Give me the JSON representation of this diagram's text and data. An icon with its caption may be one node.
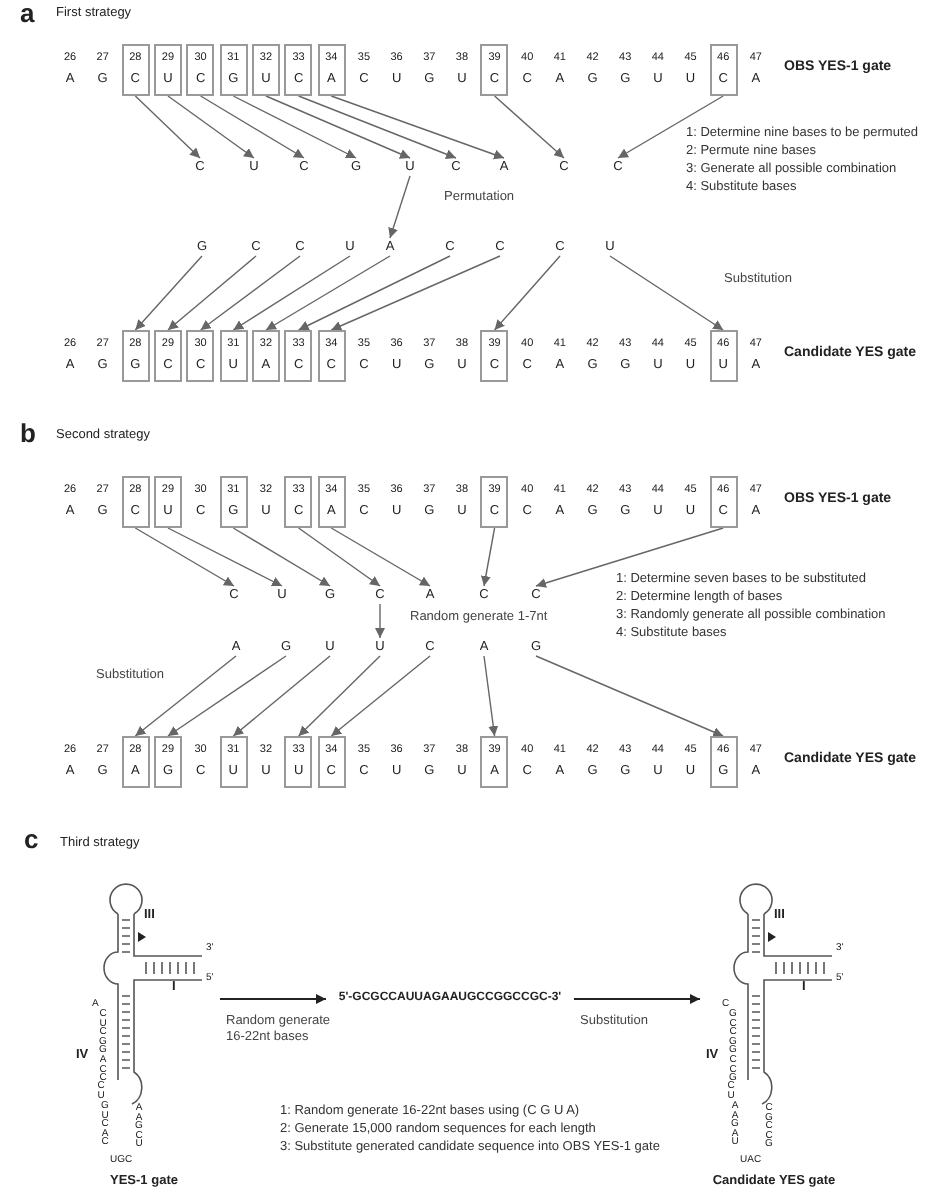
{
  "diagram": {
    "nodes": [
      {
        "text": [
          "28",
          "C"
        ]
      },
      {
        "text": [
          "29",
          "U"
        ]
      },
      {
        "text": [
          "30",
          "C"
        ]
      },
      {
        "text": [
          "31",
          "G"
        ]
      },
      {
        "text": [
          "32",
          "U"
        ]
      },
      {
        "text": [
          "33",
          "C"
        ]
      },
      {
        "text": [
          "34",
          "A"
        ]
      },
      {
        "text": [
          "39",
          "C"
        ]
      },
      {
        "text": [
          "46",
          "C"
        ]
      },
      {
        "text": [
          "C"
        ]
      },
      {
        "text": [
          "U"
        ]
      },
      {
        "text": [
          "C"
        ]
      },
      {
        "text": [
          "G"
        ]
      },
      {
        "text": [
          "U"
        ]
      },
      {
        "text": [
          "C"
        ]
      },
      {
        "text": [
          "A"
        ]
      },
      {
        "text": [
          "C"
        ]
      },
      {
        "text": [
          "C"
        ]
      },
      {
        "text": [
          "G"
        ]
      },
      {
        "text": [
          "C"
        ]
      },
      {
        "text": [
          "C"
        ]
      },
      {
        "text": [
          "U"
        ]
      },
      {
        "text": [
          "A"
        ]
      },
      {
        "text": [
          "C"
        ]
      },
      {
        "text": [
          "C"
        ]
      },
      {
        "text": [
          "C"
        ]
      },
      {
        "text": [
          "U"
        ]
      },
      {
        "text": [
          "28",
          "G"
        ]
      },
      {
        "text": [
          "29",
          "C"
        ]
      },
      {
        "text": [
          "30",
          "C"
        ]
      },
      {
        "text": [
          "31",
          "U"
        ]
      },
      {
        "text": [
          "32",
          "A"
        ]
      },
      {
        "text": [
          "33",
          "C"
        ]
      },
      {
        "text": [
          "34",
          "C"
        ]
      },
      {
        "text": [
          "39",
          "C"
        ]
      },
      {
        "text": [
          "46",
          "U"
        ]
      },
      {
        "text": [
          "28",
          "C"
        ]
      },
      {
        "text": [
          "29",
          "U"
        ]
      },
      {
        "text": [
          "31",
          "G"
        ]
      },
      {
        "text": [
          "33",
          "C"
        ]
      },
      {
        "text": [
          "34",
          "A"
        ]
      },
      {
        "text": [
          "39",
          "C"
        ]
      },
      {
        "text": [
          "46",
          "C"
        ]
      },
      {
        "text": [
          "C"
        ]
      },
      {
        "text": [
          "U"
        ]
      },
      {
        "text": [
          "G"
        ]
      },
      {
        "text": [
          "C"
        ]
      },
      {
        "text": [
          "A"
        ]
      },
      {
        "text": [
          "C"
        ]
      },
      {
        "text": [
          "C"
        ]
      },
      {
        "text": [
          "A"
        ]
      },
      {
        "text": [
          "G"
        ]
      },
      {
        "text": [
          "U"
        ]
      },
      {
        "text": [
          "U"
        ]
      },
      {
        "text": [
          "C"
        ]
      },
      {
        "text": [
          "A"
        ]
      },
      {
        "text": [
          "G"
        ]
      },
      {
        "text": [
          "28",
          "A"
        ]
      },
      {
        "text": [
          "29",
          "G"
        ]
      },
      {
        "text": [
          "31",
          "U"
        ]
      },
      {
        "text": [
          "33",
          "U"
        ]
      },
      {
        "text": [
          "34",
          "C"
        ]
      },
      {
        "text": [
          "39",
          "A"
        ]
      },
      {
        "text": [
          "46",
          "G"
        ]
      },
      {
        "text": [],
        "shape": "picture"
      },
      {
        "text": [
          "5'-GCGCCAUUAGAAUGCCGGCCGC-3'"
        ]
      },
      {
        "text": [],
        "shape": "picture"
      }
    ],
    "edges": [
      {
        "from": 0,
        "to": 9,
        "arrow": "to"
      },
      {
        "from": 1,
        "to": 10,
        "arrow": "to"
      },
      {
        "from": 2,
        "to": 11,
        "arrow": "to"
      },
      {
        "from": 3,
        "to": 12,
        "arrow": "to"
      },
      {
        "from": 4,
        "to": 13,
        "arrow": "to"
      },
      {
        "from": 5,
        "to": 14,
        "arrow": "to"
      },
      {
        "from": 6,
        "to": 15,
        "arrow": "to"
      },
      {
        "from": 7,
        "to": 16,
        "arrow": "to"
      },
      {
        "from": 8,
        "to": 17,
        "arrow": "to"
      },
      {
        "from": 13,
        "to": 22,
        "arrow": "to",
        "label": "Permutation"
      },
      {
        "from": 18,
        "to": 27,
        "arrow": "to"
      },
      {
        "from": 19,
        "to": 28,
        "arrow": "to"
      },
      {
        "from": 20,
        "to": 29,
        "arrow": "to"
      },
      {
        "from": 21,
        "to": 30,
        "arrow": "to"
      },
      {
        "from": 22,
        "to": 31,
        "arrow": "to"
      },
      {
        "from": 23,
        "to": 32,
        "arrow": "to"
      },
      {
        "from": 24,
        "to": 33,
        "arrow": "to"
      },
      {
        "from": 25,
        "to": 34,
        "arrow": "to"
      },
      {
        "from": 26,
        "to": 35,
        "arrow": "to"
      },
      {
        "from": 36,
        "to": 43,
        "arrow": "to"
      },
      {
        "from": 37,
        "to": 44,
        "arrow": "to"
      },
      {
        "from": 38,
        "to": 45,
        "arrow": "to"
      },
      {
        "from": 39,
        "to": 46,
        "arrow": "to"
      },
      {
        "from": 40,
        "to": 47,
        "arrow": "to"
      },
      {
        "from": 41,
        "to": 48,
        "arrow": "to"
      },
      {
        "from": 42,
        "to": 49,
        "arrow": "to"
      },
      {
        "from": 46,
        "to": 53,
        "arrow": "to",
        "label": "Random generate 1-7nt"
      },
      {
        "from": 50,
        "to": 57,
        "arrow": "to"
      },
      {
        "from": 51,
        "to": 58,
        "arrow": "to"
      },
      {
        "from": 52,
        "to": 59,
        "arrow": "to"
      },
      {
        "from": 53,
        "to": 60,
        "arrow": "to"
      },
      {
        "from": 54,
        "to": 61,
        "arrow": "to"
      },
      {
        "from": 55,
        "to": 62,
        "arrow": "to"
      },
      {
        "from": 56,
        "to": 63,
        "arrow": "to"
      },
      {
        "from": 64,
        "to": 65,
        "arrow": "to",
        "label": "Random generate 16-22nt bases"
      },
      {
        "from": 65,
        "to": 66,
        "arrow": "to",
        "label": "Substitution"
      }
    ],
    "labels": [
      "a",
      "First strategy",
      "26",
      "27",
      "35",
      "36",
      "37",
      "38",
      "40",
      "41",
      "42",
      "43",
      "44",
      "45",
      "47",
      "A",
      "G",
      "C",
      "U",
      "G",
      "U",
      "C",
      "A",
      "G",
      "G",
      "U",
      "U",
      "A",
      "OBS YES-1 gate",
      "1: Determine nine bases to be permuted",
      "2: Permute nine bases",
      "3: Generate all possible combination",
      "4: Substitute bases",
      "Substitution",
      "26",
      "27",
      "35",
      "36",
      "37",
      "38",
      "40",
      "41",
      "42",
      "43",
      "44",
      "45",
      "47",
      "A",
      "G",
      "C",
      "U",
      "G",
      "U",
      "C",
      "A",
      "G",
      "G",
      "U",
      "U",
      "A",
      "Candidate YES gate",
      "b",
      "Second strategy",
      "26",
      "27",
      "30",
      "32",
      "35",
      "36",
      "37",
      "38",
      "40",
      "41",
      "42",
      "43",
      "44",
      "45",
      "47",
      "A",
      "G",
      "C",
      "U",
      "C",
      "U",
      "G",
      "U",
      "C",
      "A",
      "G",
      "G",
      "U",
      "U",
      "A",
      "OBS YES-1 gate",
      "1: Determine seven bases to be substituted",
      "2: Determine length of bases",
      "3: Randomly generate all possible combination",
      "4: Substitute bases",
      "Substitution",
      "26",
      "27",
      "30",
      "32",
      "35",
      "36",
      "37",
      "38",
      "40",
      "41",
      "42",
      "43",
      "44",
      "45",
      "47",
      "A",
      "G",
      "C",
      "U",
      "C",
      "U",
      "G",
      "U",
      "C",
      "A",
      "G",
      "G",
      "U",
      "U",
      "A",
      "Candidate YES gate",
      "c",
      "Third strategy",
      "III",
      "3'",
      "5'",
      "I",
      "IV",
      "A",
      "CUCGGACC",
      "CU",
      "GUCAC",
      "UGC",
      "AAGCU",
      "1: Random generate 16-22nt bases using (C G U A)",
      "2: Generate 15,000 random sequences for each length",
      "3: Substitute generated candidate sequence into OBS YES-1 gate",
      "III",
      "3'",
      "5'",
      "I",
      "IV",
      "C",
      "GCCGGCCG",
      "CU",
      "AAGAU",
      "UAC",
      "CGCCG",
      "YES-1 gate",
      "Candidate YES gate"
    ]
  }
}
